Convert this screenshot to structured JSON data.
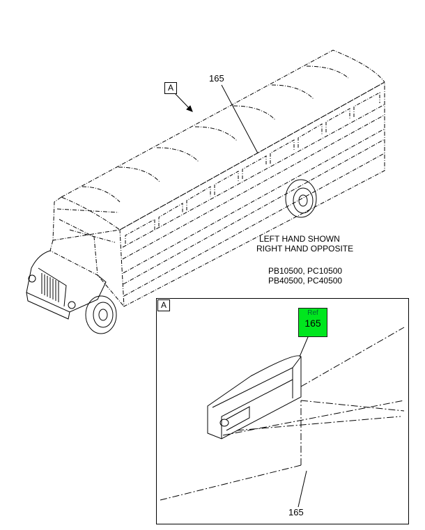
{
  "callouts": {
    "view_letter_main": "A",
    "view_letter_detail": "A",
    "part_number_top": "165",
    "part_number_bottom": "165"
  },
  "notes": {
    "line1": "LEFT HAND SHOWN",
    "line2": "RIGHT HAND OPPOSITE"
  },
  "models": {
    "line1": "PB10500, PC10500",
    "line2": "PB40500, PC40500"
  },
  "ref_tag": {
    "label": "Ref",
    "number": "165",
    "color": "#00e61e"
  }
}
